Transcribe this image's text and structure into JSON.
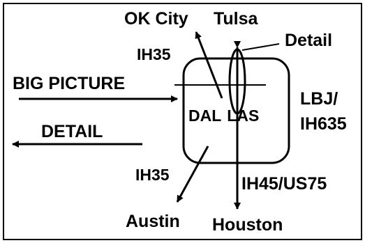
{
  "labels": {
    "ok_city": "OK City",
    "tulsa": "Tulsa",
    "detail_top": "Detail",
    "ih35_top": "IH35",
    "big_picture": "BIG PICTURE",
    "lbj_line1": "LBJ/",
    "lbj_line2": "IH635",
    "detail_left": "DETAIL",
    "ih35_bottom": "IH35",
    "ih45": "IH45/US75",
    "austin": "Austin",
    "houston": "Houston",
    "dal": "DAL",
    "las": "LAS"
  }
}
